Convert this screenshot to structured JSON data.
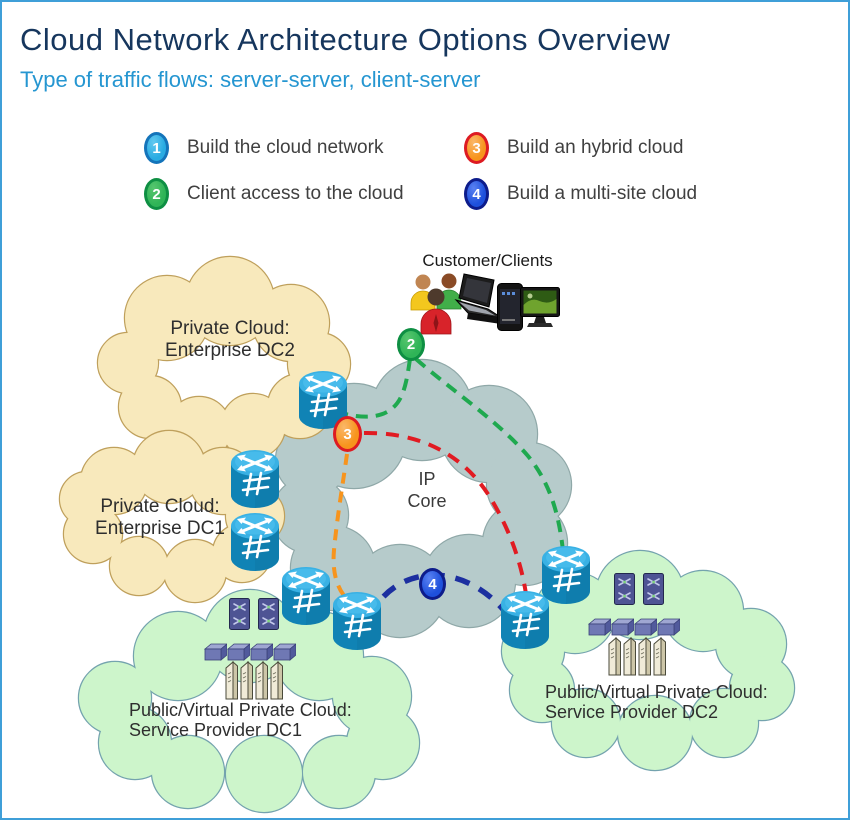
{
  "page": {
    "title": "Cloud Network Architecture Options Overview",
    "subtitle": "Type of traffic flows: server-server, client-server"
  },
  "legend": {
    "items": [
      {
        "num": "1",
        "label": "Build the cloud network"
      },
      {
        "num": "2",
        "label": "Client access to the cloud"
      },
      {
        "num": "3",
        "label": "Build an hybrid cloud"
      },
      {
        "num": "4",
        "label": "Build a multi-site cloud"
      }
    ]
  },
  "diagram": {
    "customer_clients": "Customer/Clients",
    "clouds": {
      "private_dc2": {
        "line1": "Private Cloud:",
        "line2": "Enterprise DC2"
      },
      "private_dc1": {
        "line1": "Private Cloud:",
        "line2": "Enterprise DC1"
      },
      "ip_core": {
        "line1": "IP",
        "line2": "Core"
      },
      "sp_dc1": {
        "line1": "Public/Virtual Private Cloud:",
        "line2": "Service Provider DC1"
      },
      "sp_dc2": {
        "line1": "Public/Virtual Private Cloud:",
        "line2": "Service Provider DC2"
      }
    },
    "markers": {
      "client_access": "2",
      "hybrid": "3",
      "multi_site": "4"
    },
    "colors": {
      "step1_fill": "#29ABE2",
      "step2_fill": "#2FB457",
      "step3_fill": "#F7941D",
      "step4_fill": "#1E50DC",
      "flow_client_green": "#1FA94F",
      "flow_hybrid_red": "#E11B22",
      "flow_hybrid_orange": "#F7941D",
      "flow_multisite_blue": "#1C2FA0",
      "private_cloud_fill": "#F8E9BC",
      "public_cloud_fill": "#CDF5CB",
      "ip_core_fill": "#B6CBCB",
      "title_color": "#16365D",
      "subtitle_color": "#2596D1"
    }
  }
}
